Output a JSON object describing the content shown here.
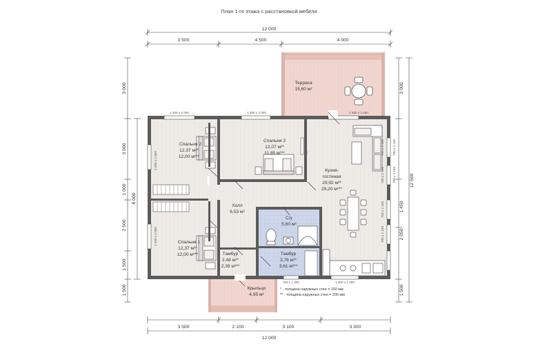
{
  "title": "План 1-го этажа с расстановкой мебели",
  "dims_top_total": "12 000",
  "dims_top": [
    "3 500",
    "4 500",
    "4 000"
  ],
  "dims_bottom": [
    "3 500",
    "2 100",
    "3 100",
    "3 300"
  ],
  "dims_bottom_total": "12 000",
  "dims_left_outer": "8 000",
  "dims_left": [
    "3 000",
    "3 000",
    "1 000",
    "2 500",
    "1 500",
    "1 500"
  ],
  "dims_right_outer": "12 500",
  "dims_right": [
    "3 000",
    "1 450",
    "2 050",
    "1 500"
  ],
  "windows": {
    "w1": "1 300 х 2 000",
    "w2": "1 300 х 2 000",
    "w3": "1 300 х 2 000",
    "w4": "1 400 х 2 000",
    "w5": "1 400 х 2 000",
    "w6": "700 х 2 100",
    "w7": "700 х 2 100",
    "w8": "700 х 2 100",
    "w9": "700 х 2 100",
    "w10": "700 х 2 100",
    "w11": "700 х 2 100",
    "w12": "700 х 1 300",
    "w13": "1 300 х 1 300"
  },
  "rooms": {
    "terrace": {
      "name": "Терраса",
      "area": "15,60 м²"
    },
    "bedroom2": {
      "name": "Спальня 2",
      "area1": "12,37 м²*",
      "area2": "12,00 м²**"
    },
    "bedroom3": {
      "name": "Спальня 3",
      "area1": "12,07 м²*",
      "area2": "11,85 м²**"
    },
    "kitchen": {
      "name1": "Кухня-",
      "name2": "гостиная",
      "area1": "29,92 м²*",
      "area2": "29,20 м²**"
    },
    "hall": {
      "name": "Холл",
      "area": "6,53 м²"
    },
    "bathroom": {
      "name": "С/у",
      "area": "5,60 м²"
    },
    "bedroom1": {
      "name": "Спальня 1",
      "area1": "12,37 м²*",
      "area2": "12,00 м²**"
    },
    "vestibule1": {
      "name": "Тамбур",
      "area1": "2,48 м²*",
      "area2": "2,39 м²**"
    },
    "vestibule2": {
      "name": "Тамбур",
      "area1": "3,76 м²*",
      "area2": "3,61 м²**"
    },
    "porch": {
      "name": "Крыльцо",
      "area": "4,95 м²"
    }
  },
  "tv_label": "TV",
  "notes": [
    "* - толщина наружных стен = 150 мм",
    "** - толщина наружных стен = 200 мм"
  ],
  "colors": {
    "wall": "#5b5b5b",
    "floor": "#eeeae6",
    "terrace": "#f1d6cf",
    "wet": "#cdd6ea",
    "line": "#555555"
  }
}
